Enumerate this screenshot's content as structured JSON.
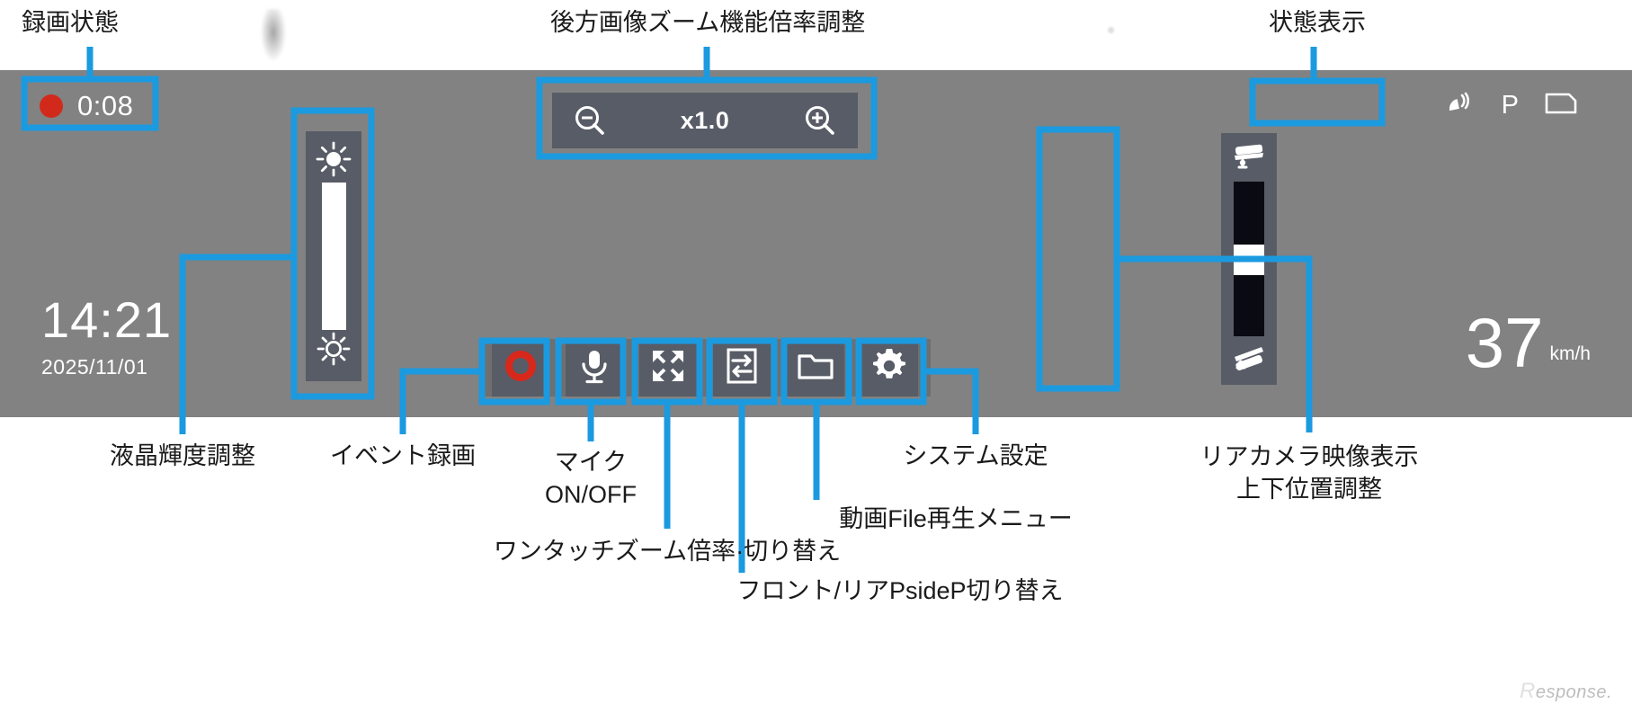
{
  "device": {
    "recording": {
      "time": "0:08",
      "dot_color": "#d12a1b"
    },
    "zoom": {
      "level": "x1.0",
      "minus_icon": "magnifier-minus-icon",
      "plus_icon": "magnifier-plus-icon"
    },
    "status": {
      "gps_icon": "gps-signal-icon",
      "parking_label": "P",
      "sd_icon": "sd-card-icon"
    },
    "brightness": {
      "high_icon": "sun-filled-icon",
      "low_icon": "sun-outline-icon",
      "level_percent": 100
    },
    "rear_camera": {
      "up_icon": "camera-down-icon",
      "down_icon": "camera-up-icon",
      "position_percent": 50
    },
    "clock": {
      "time": "14:21",
      "date": "2025/11/01"
    },
    "speed": {
      "value": "37",
      "unit": "km/h"
    },
    "toolbar": [
      {
        "name": "event-record-button",
        "icon": "red-record-ring-icon"
      },
      {
        "name": "mic-toggle-button",
        "icon": "microphone-icon"
      },
      {
        "name": "one-touch-zoom-button",
        "icon": "expand-arrows-icon"
      },
      {
        "name": "pside-p-switch-button",
        "icon": "swap-display-icon"
      },
      {
        "name": "file-playback-button",
        "icon": "folder-icon"
      },
      {
        "name": "system-settings-button",
        "icon": "gear-icon"
      }
    ],
    "screen_bg": "#828282",
    "panel_bg": "#585c66",
    "accent": "#1b9ae0"
  },
  "callouts": {
    "recording_status": "録画状態",
    "zoom_adjust": "後方画像ズーム機能倍率調整",
    "status_display": "状態表示",
    "lcd_brightness": "液晶輝度調整",
    "event_record": "イベント録画",
    "mic_on_off": "マイク\nON/OFF",
    "one_touch_zoom": "ワンタッチズーム倍率·切り替え",
    "pside_p_switch": "フロント/リアPsideP切り替え",
    "file_playback_menu": "動画File再生メニュー",
    "system_settings": "システム設定",
    "rear_camera_position": "リアカメラ映像表示\n上下位置調整"
  },
  "watermark": {
    "r": "R",
    "rest": "esponse."
  }
}
